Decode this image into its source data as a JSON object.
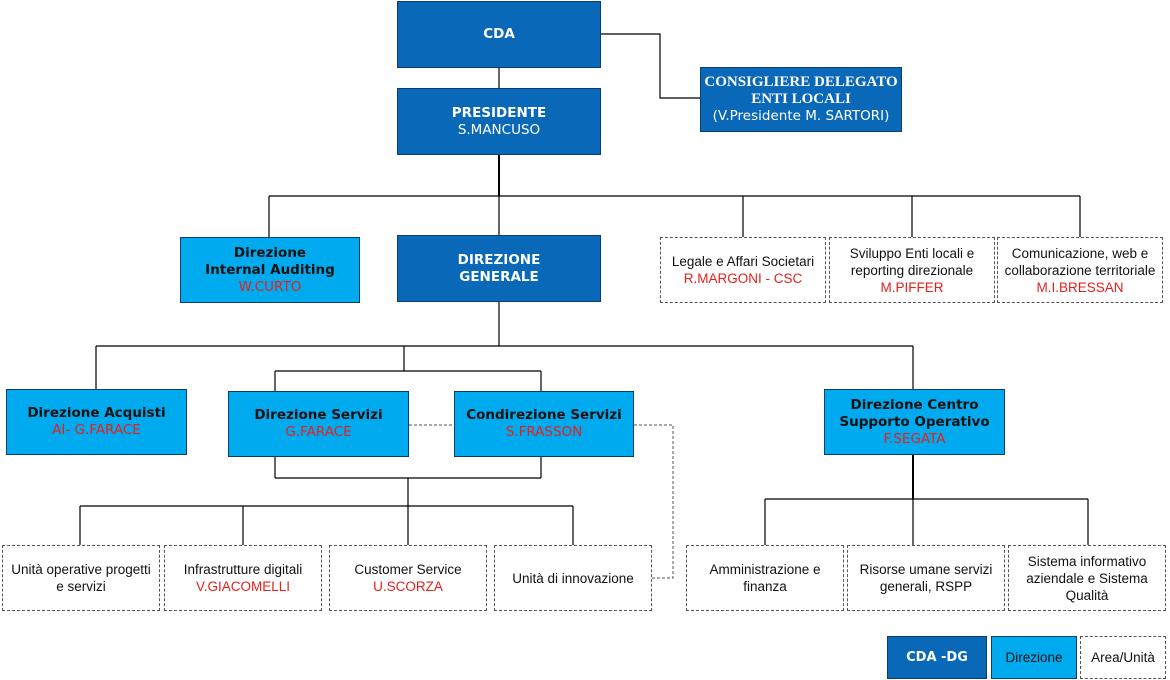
{
  "nodes": {
    "cda": {
      "title": "CDA"
    },
    "consigliere": {
      "line1": "CONSIGLIERE DELEGATO",
      "line2": "ENTI LOCALI",
      "line3": "(V.Presidente  M. SARTORI)"
    },
    "presidente": {
      "title": "PRESIDENTE",
      "name": "S.MANCUSO"
    },
    "internal_auditing": {
      "line1": "Direzione",
      "line2": "Internal Auditing",
      "name": "W.CURTO"
    },
    "direzione_generale": {
      "line1": "DIREZIONE",
      "line2": "GENERALE"
    },
    "legale": {
      "title": "Legale e Affari Societari",
      "name": "R.MARGONI - CSC"
    },
    "sviluppo": {
      "line1": "Sviluppo  Enti locali e",
      "line2": "reporting direzionale",
      "name": "M.PIFFER"
    },
    "comunicazione": {
      "line1": "Comunicazione, web e",
      "line2": "collaborazione territoriale",
      "name": "M.I.BRESSAN"
    },
    "acquisti": {
      "title": "Direzione Acquisti",
      "name": "AI- G.FARACE"
    },
    "servizi": {
      "title": "Direzione Servizi",
      "name": "G.FARACE"
    },
    "condirezione": {
      "title": "Condirezione Servizi",
      "name": "S.FRASSON"
    },
    "centro_supporto": {
      "line1": "Direzione Centro",
      "line2": "Supporto Operativo",
      "name": "F.SEGATA"
    },
    "unita_operative": {
      "line1": "Unità operative progetti",
      "line2": "e servizi"
    },
    "infrastrutture": {
      "title": "Infrastrutture digitali",
      "name": "V.GIACOMELLI"
    },
    "customer": {
      "title": "Customer Service",
      "name": "U.SCORZA"
    },
    "innovazione": {
      "title": "Unità di innovazione"
    },
    "amministrazione": {
      "line1": "Amministrazione e",
      "line2": "finanza"
    },
    "risorse": {
      "line1": "Risorse umane  servizi",
      "line2": "generali, RSPP"
    },
    "sistema": {
      "line1": "Sistema informativo",
      "line2": "aziendale e Sistema",
      "line3": "Qualità"
    }
  },
  "legend": {
    "cda_dg": "CDA -DG",
    "direzione": "Direzione",
    "area_unita": "Area/Unità"
  },
  "colors": {
    "dark_blue": "#0a68b8",
    "light_blue": "#00aaee",
    "name_red": "#e8201a",
    "line": "#000000"
  }
}
